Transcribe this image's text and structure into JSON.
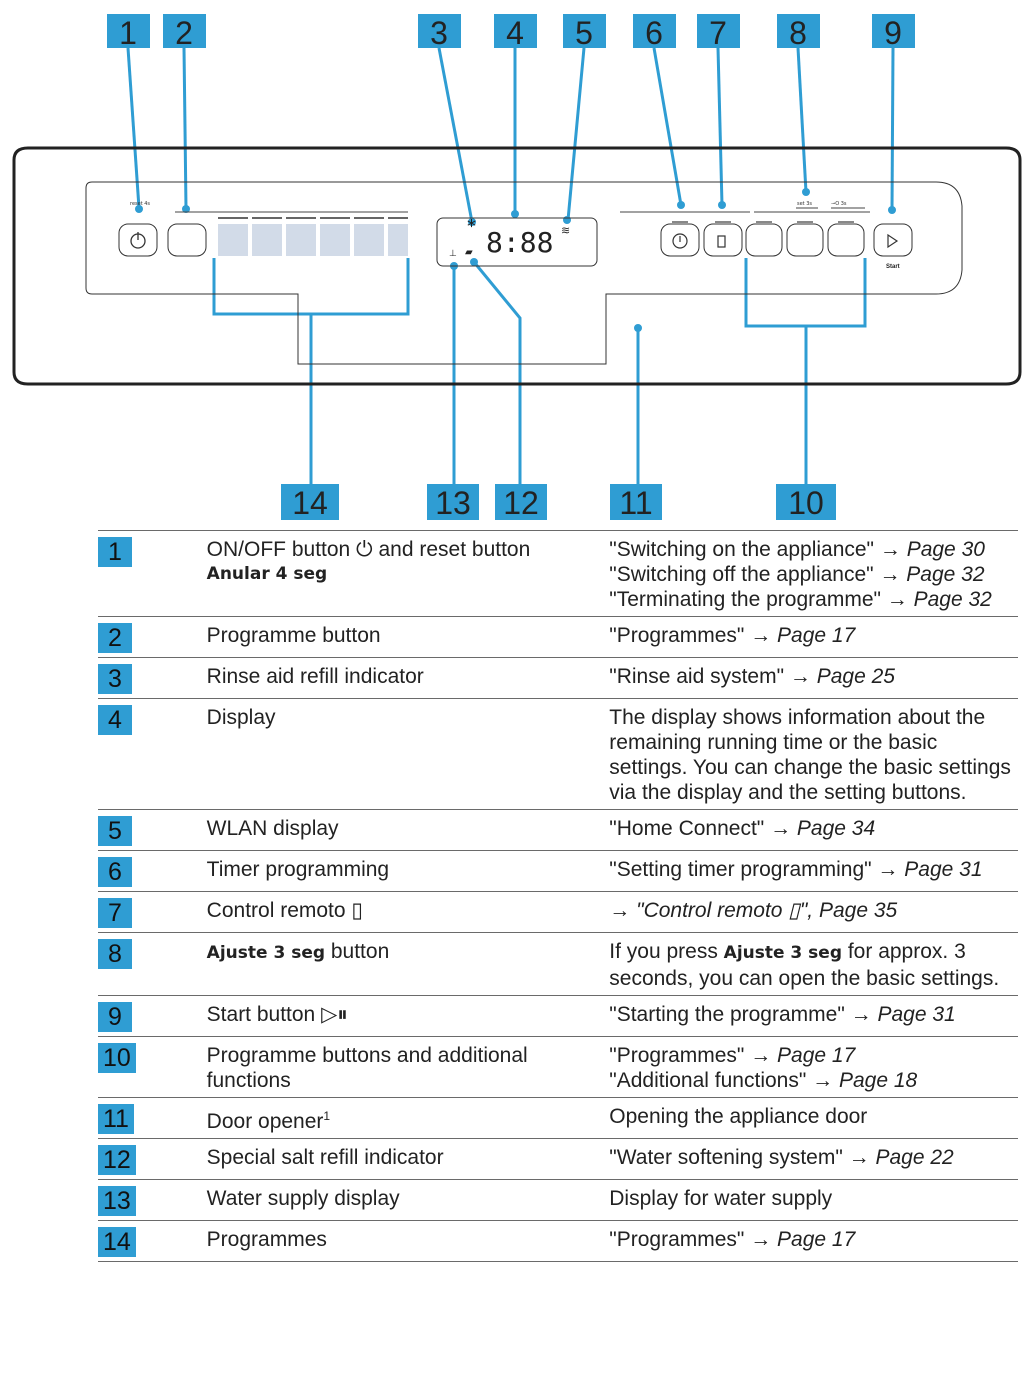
{
  "callouts_top": [
    "1",
    "2",
    "3",
    "4",
    "5",
    "6",
    "7",
    "8",
    "9"
  ],
  "callouts_bottom": [
    "14",
    "13",
    "12",
    "11",
    "10"
  ],
  "panel": {
    "reset_label": "reset 4s",
    "set_label": "set 3s",
    "lock_label": "⊸O 3s",
    "start_label": "Start",
    "display_digits": "8:88"
  },
  "legend": [
    {
      "num": "1",
      "name": "ON/OFF button ⏻ and reset button",
      "name_extra": "Anular 4 seg",
      "desc": [
        [
          "\"Switching on the appliance\" → ",
          "Page 30"
        ],
        [
          "\"Switching off the appliance\" → ",
          "Page 32"
        ],
        [
          "\"Terminating the programme\" → ",
          "Page 32"
        ]
      ]
    },
    {
      "num": "2",
      "name": "Programme button",
      "desc": [
        [
          "\"Programmes\" → ",
          "Page 17"
        ]
      ]
    },
    {
      "num": "3",
      "name": "Rinse aid refill indicator",
      "desc": [
        [
          "\"Rinse aid system\" → ",
          "Page 25"
        ]
      ]
    },
    {
      "num": "4",
      "name": "Display",
      "desc_text": "The display shows information about the remaining running time or the basic settings. You can change the basic settings via the display and the setting buttons."
    },
    {
      "num": "5",
      "name": "WLAN display",
      "desc": [
        [
          "\"Home Connect\" → ",
          "Page 34"
        ]
      ]
    },
    {
      "num": "6",
      "name": "Timer programming",
      "desc": [
        [
          "\"Setting timer programming\" → ",
          "Page 31"
        ]
      ]
    },
    {
      "num": "7",
      "name": "Control remoto ▯",
      "desc": [
        [
          "→ ",
          "\"Control remoto ▯\", Page 35"
        ]
      ]
    },
    {
      "num": "8",
      "name_bold": "Ajuste 3 seg",
      "name": " button",
      "desc_pre": "If you press ",
      "desc_bold": "Ajuste 3 seg",
      "desc_post": " for approx. 3 seconds, you can open the basic settings."
    },
    {
      "num": "9",
      "name": "Start button ▷⏸",
      "desc": [
        [
          "\"Starting the programme\" → ",
          "Page 31"
        ]
      ]
    },
    {
      "num": "10",
      "name": "Programme buttons and additional functions",
      "desc": [
        [
          "\"Programmes\" → ",
          "Page 17"
        ],
        [
          "\"Additional functions\" → ",
          "Page 18"
        ]
      ]
    },
    {
      "num": "11",
      "name": "Door opener",
      "name_sup": "1",
      "desc_text": "Opening the appliance door"
    },
    {
      "num": "12",
      "name": "Special salt refill indicator",
      "desc": [
        [
          "\"Water softening system\" → ",
          "Page 22"
        ]
      ]
    },
    {
      "num": "13",
      "name": "Water supply display",
      "desc_text": "Display for water supply"
    },
    {
      "num": "14",
      "name": "Programmes",
      "desc": [
        [
          "\"Programmes\" → ",
          "Page 17"
        ]
      ]
    }
  ],
  "colors": {
    "accent": "#2f9dd3",
    "outline": "#222222"
  }
}
